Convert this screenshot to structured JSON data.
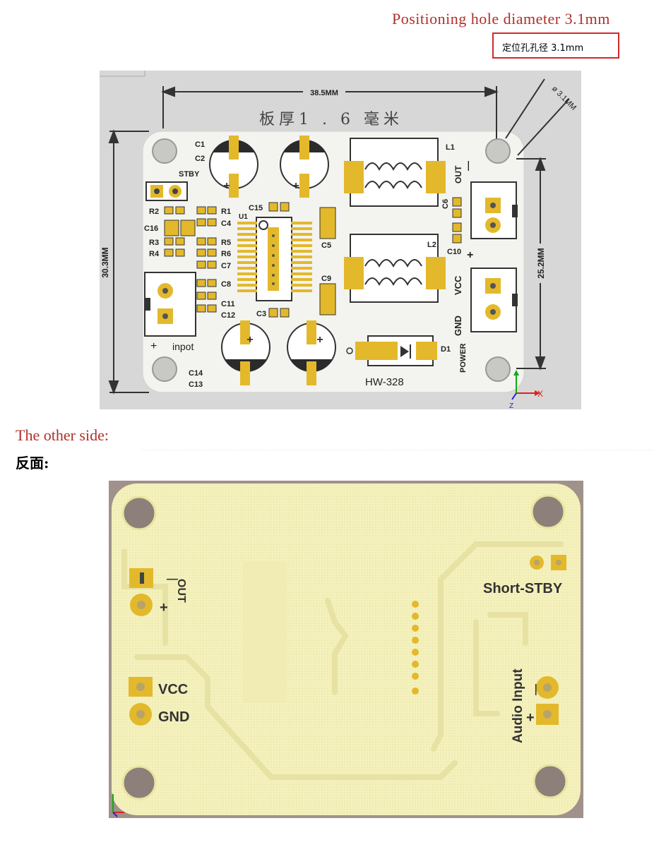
{
  "header": {
    "title": "Positioning hole diameter 3.1mm",
    "title_cn": "定位孔孔径 3.1mm"
  },
  "front": {
    "dim_width": "38.5MM",
    "dim_height_left": "30.3MM",
    "dim_height_right": "25.2MM",
    "dim_hole": "ø 3.1MM",
    "thickness": "板厚1 . 6 毫米",
    "labels": {
      "c1": "C1",
      "c2": "C2",
      "stby": "STBY",
      "r2": "R2",
      "r1": "R1",
      "c4": "C4",
      "c16": "C16",
      "r3": "R3",
      "r4": "R4",
      "r5": "R5",
      "r6": "R6",
      "c7": "C7",
      "c8": "C8",
      "c11": "C11",
      "c12": "C12",
      "c15": "C15",
      "u1": "U1",
      "c5": "C5",
      "c9": "C9",
      "c3": "C3",
      "l1": "L1",
      "l2": "L2",
      "out": "OUT",
      "c6": "C6",
      "c10": "C10",
      "vcc": "VCC",
      "gnd": "GND",
      "power": "POWER",
      "d1": "D1",
      "model": "HW-328",
      "inpot": "inpot",
      "c14": "C14",
      "c13": "C13",
      "plus": "+",
      "minus": "—",
      "axis_x": "X",
      "axis_z": "Z"
    }
  },
  "section": {
    "other_side": "The other side:",
    "other_side_cn": "反面:"
  },
  "back": {
    "labels": {
      "out": "OUT",
      "minus": "—",
      "plus": "+",
      "vcc": "VCC",
      "gnd": "GND",
      "short_stby": "Short-STBY",
      "audio_input": "Audio Input"
    }
  },
  "colors": {
    "board_front": "#f3f3f0",
    "board_back": "#f4f1bd",
    "copper": "#e3b92b",
    "bg_front": "#d7d7d7",
    "bg_back": "#a0918a",
    "title_red": "#b0302a"
  }
}
